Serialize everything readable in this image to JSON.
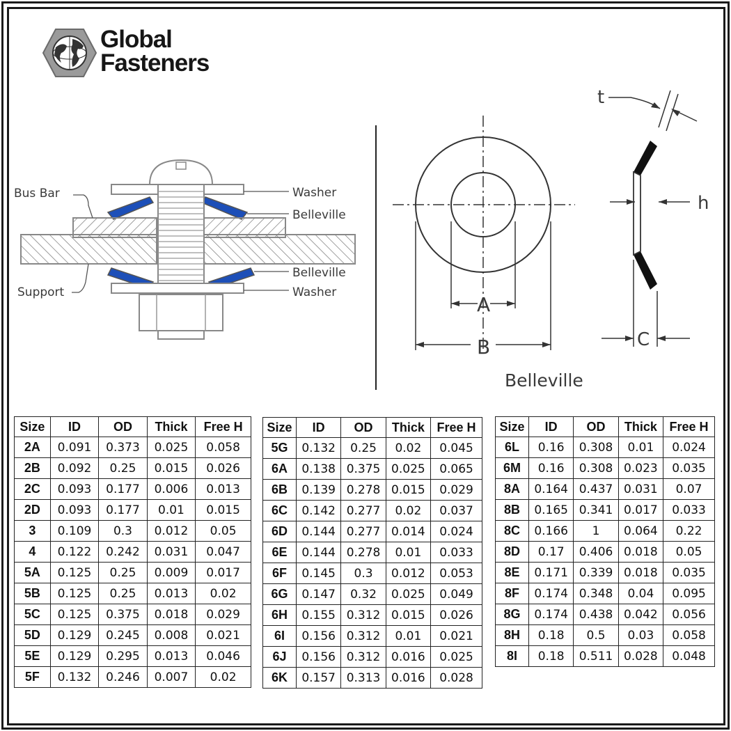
{
  "brand": {
    "line1": "Global",
    "line2": "Fasteners"
  },
  "assembly_labels": {
    "bus_bar": "Bus Bar",
    "support": "Support",
    "washer_top": "Washer",
    "belleville_top": "Belleville",
    "belleville_bottom": "Belleville",
    "washer_bottom": "Washer"
  },
  "dimension_labels": {
    "t": "t",
    "h": "h",
    "A": "A",
    "B": "B",
    "C": "C",
    "caption": "Belleville"
  },
  "colors": {
    "belleville_blue": "#1d4fb8",
    "border": "#1a1a1a"
  },
  "columns": [
    "Size",
    "ID",
    "OD",
    "Thick",
    "Free H"
  ],
  "tables": [
    [
      [
        "2A",
        "0.091",
        "0.373",
        "0.025",
        "0.058"
      ],
      [
        "2B",
        "0.092",
        "0.25",
        "0.015",
        "0.026"
      ],
      [
        "2C",
        "0.093",
        "0.177",
        "0.006",
        "0.013"
      ],
      [
        "2D",
        "0.093",
        "0.177",
        "0.01",
        "0.015"
      ],
      [
        "3",
        "0.109",
        "0.3",
        "0.012",
        "0.05"
      ],
      [
        "4",
        "0.122",
        "0.242",
        "0.031",
        "0.047"
      ],
      [
        "5A",
        "0.125",
        "0.25",
        "0.009",
        "0.017"
      ],
      [
        "5B",
        "0.125",
        "0.25",
        "0.013",
        "0.02"
      ],
      [
        "5C",
        "0.125",
        "0.375",
        "0.018",
        "0.029"
      ],
      [
        "5D",
        "0.129",
        "0.245",
        "0.008",
        "0.021"
      ],
      [
        "5E",
        "0.129",
        "0.295",
        "0.013",
        "0.046"
      ],
      [
        "5F",
        "0.132",
        "0.246",
        "0.007",
        "0.02"
      ]
    ],
    [
      [
        "5G",
        "0.132",
        "0.25",
        "0.02",
        "0.045"
      ],
      [
        "6A",
        "0.138",
        "0.375",
        "0.025",
        "0.065"
      ],
      [
        "6B",
        "0.139",
        "0.278",
        "0.015",
        "0.029"
      ],
      [
        "6C",
        "0.142",
        "0.277",
        "0.02",
        "0.037"
      ],
      [
        "6D",
        "0.144",
        "0.277",
        "0.014",
        "0.024"
      ],
      [
        "6E",
        "0.144",
        "0.278",
        "0.01",
        "0.033"
      ],
      [
        "6F",
        "0.145",
        "0.3",
        "0.012",
        "0.053"
      ],
      [
        "6G",
        "0.147",
        "0.32",
        "0.025",
        "0.049"
      ],
      [
        "6H",
        "0.155",
        "0.312",
        "0.015",
        "0.026"
      ],
      [
        "6I",
        "0.156",
        "0.312",
        "0.01",
        "0.021"
      ],
      [
        "6J",
        "0.156",
        "0.312",
        "0.016",
        "0.025"
      ],
      [
        "6K",
        "0.157",
        "0.313",
        "0.016",
        "0.028"
      ]
    ],
    [
      [
        "6L",
        "0.16",
        "0.308",
        "0.01",
        "0.024"
      ],
      [
        "6M",
        "0.16",
        "0.308",
        "0.023",
        "0.035"
      ],
      [
        "8A",
        "0.164",
        "0.437",
        "0.031",
        "0.07"
      ],
      [
        "8B",
        "0.165",
        "0.341",
        "0.017",
        "0.033"
      ],
      [
        "8C",
        "0.166",
        "1",
        "0.064",
        "0.22"
      ],
      [
        "8D",
        "0.17",
        "0.406",
        "0.018",
        "0.05"
      ],
      [
        "8E",
        "0.171",
        "0.339",
        "0.018",
        "0.035"
      ],
      [
        "8F",
        "0.174",
        "0.348",
        "0.04",
        "0.095"
      ],
      [
        "8G",
        "0.174",
        "0.438",
        "0.042",
        "0.056"
      ],
      [
        "8H",
        "0.18",
        "0.5",
        "0.03",
        "0.058"
      ],
      [
        "8I",
        "0.18",
        "0.511",
        "0.028",
        "0.048"
      ]
    ]
  ]
}
